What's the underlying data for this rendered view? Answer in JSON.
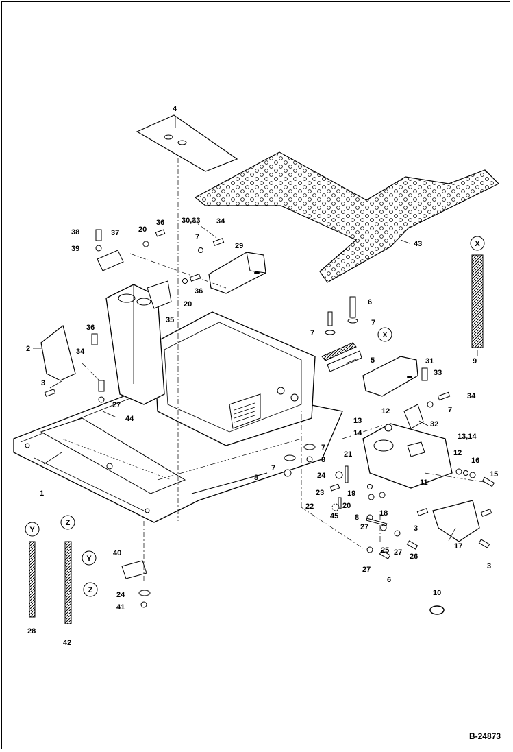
{
  "drawing": {
    "document_number": "B-24873",
    "item_labels": [
      "1",
      "2",
      "3",
      "4",
      "5",
      "6",
      "7",
      "8",
      "9",
      "10",
      "11",
      "12",
      "13",
      "14",
      "15",
      "16",
      "17",
      "18",
      "19",
      "20",
      "21",
      "22",
      "23",
      "24",
      "25",
      "26",
      "27",
      "28",
      "29",
      "30,33",
      "31",
      "32",
      "33",
      "34",
      "35",
      "36",
      "37",
      "38",
      "39",
      "40",
      "41",
      "42",
      "43",
      "44",
      "45",
      "13,14"
    ],
    "reference_markers": [
      "X",
      "Y",
      "Z"
    ]
  }
}
